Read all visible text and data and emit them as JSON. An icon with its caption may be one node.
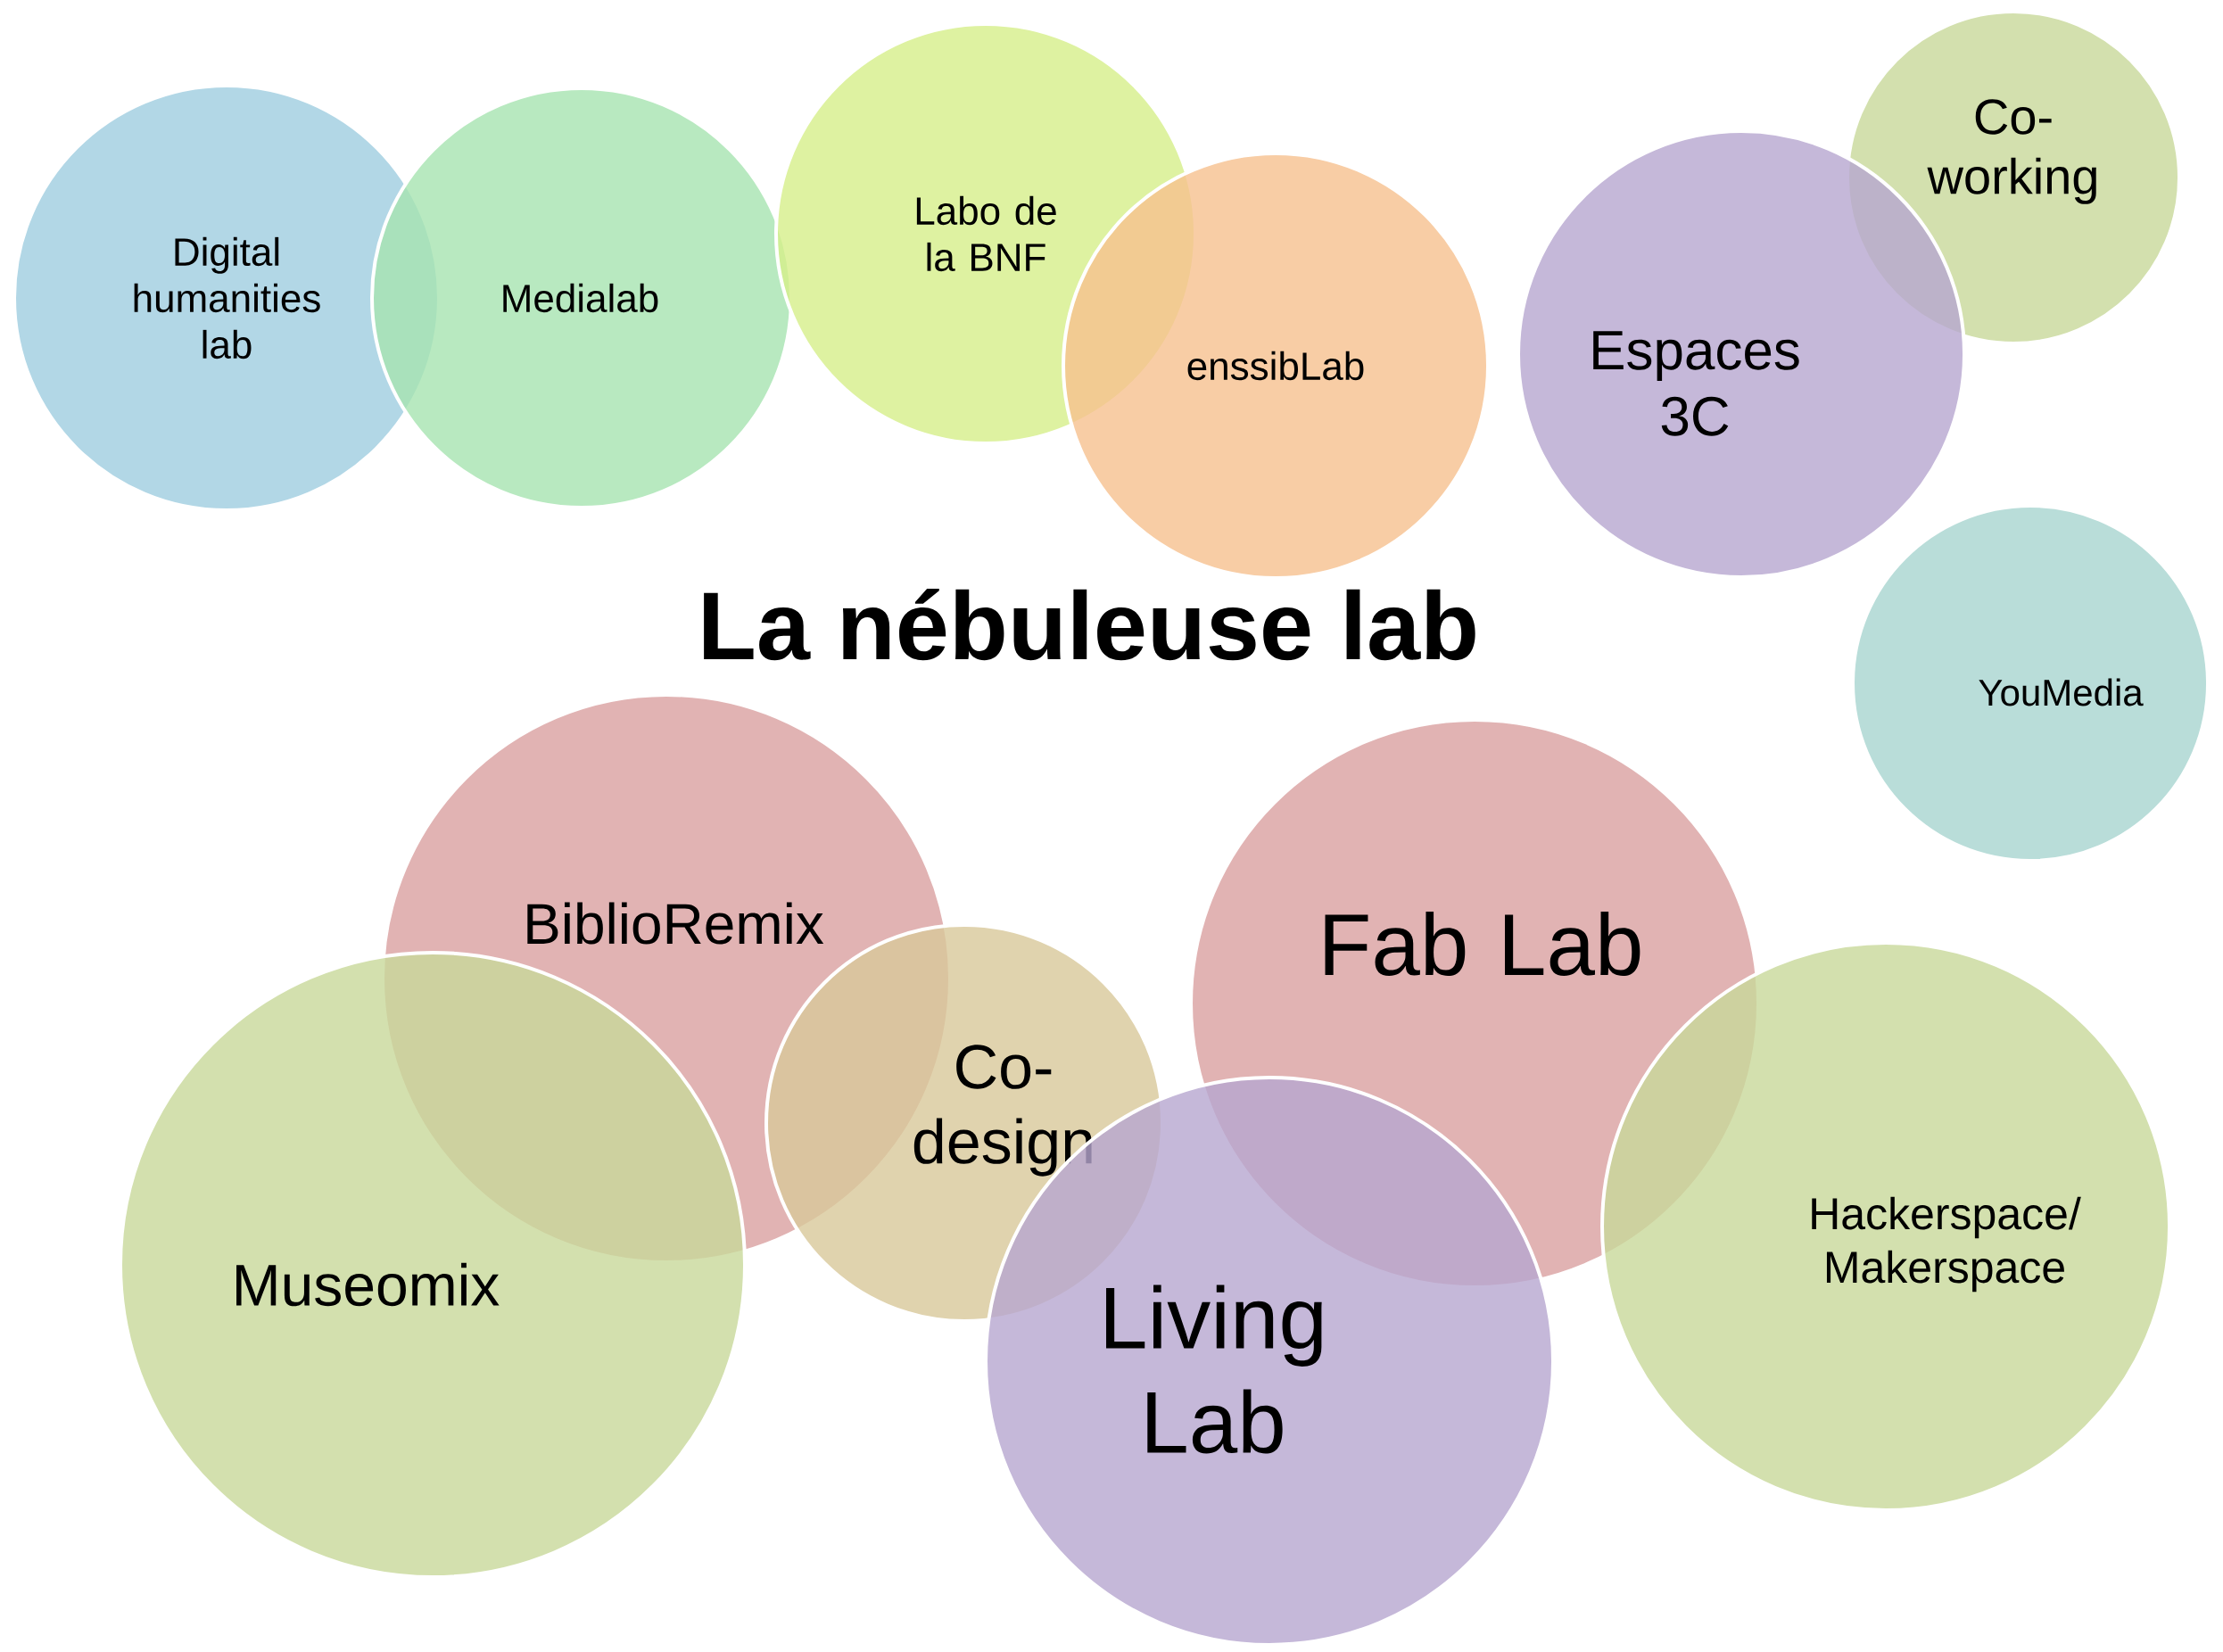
{
  "diagram": {
    "title": "La nébuleuse lab",
    "nodes": [
      {
        "text": [
          "Digital humanities lab"
        ]
      },
      {
        "text": [
          "Medialab"
        ]
      },
      {
        "text": [
          "Labo de la BNF"
        ]
      },
      {
        "text": [
          "enssibLab"
        ]
      },
      {
        "text": [
          "Co-working"
        ]
      },
      {
        "text": [
          "Espaces 3C"
        ]
      },
      {
        "text": [
          "YouMedia"
        ]
      },
      {
        "text": [
          "BiblioRemix"
        ]
      },
      {
        "text": [
          "Museomix"
        ]
      },
      {
        "text": [
          "Co-design"
        ]
      },
      {
        "text": [
          "Fab Lab"
        ]
      },
      {
        "text": [
          "Living Lab"
        ]
      },
      {
        "text": [
          "Hackerspace/ Makerspace"
        ]
      }
    ]
  }
}
